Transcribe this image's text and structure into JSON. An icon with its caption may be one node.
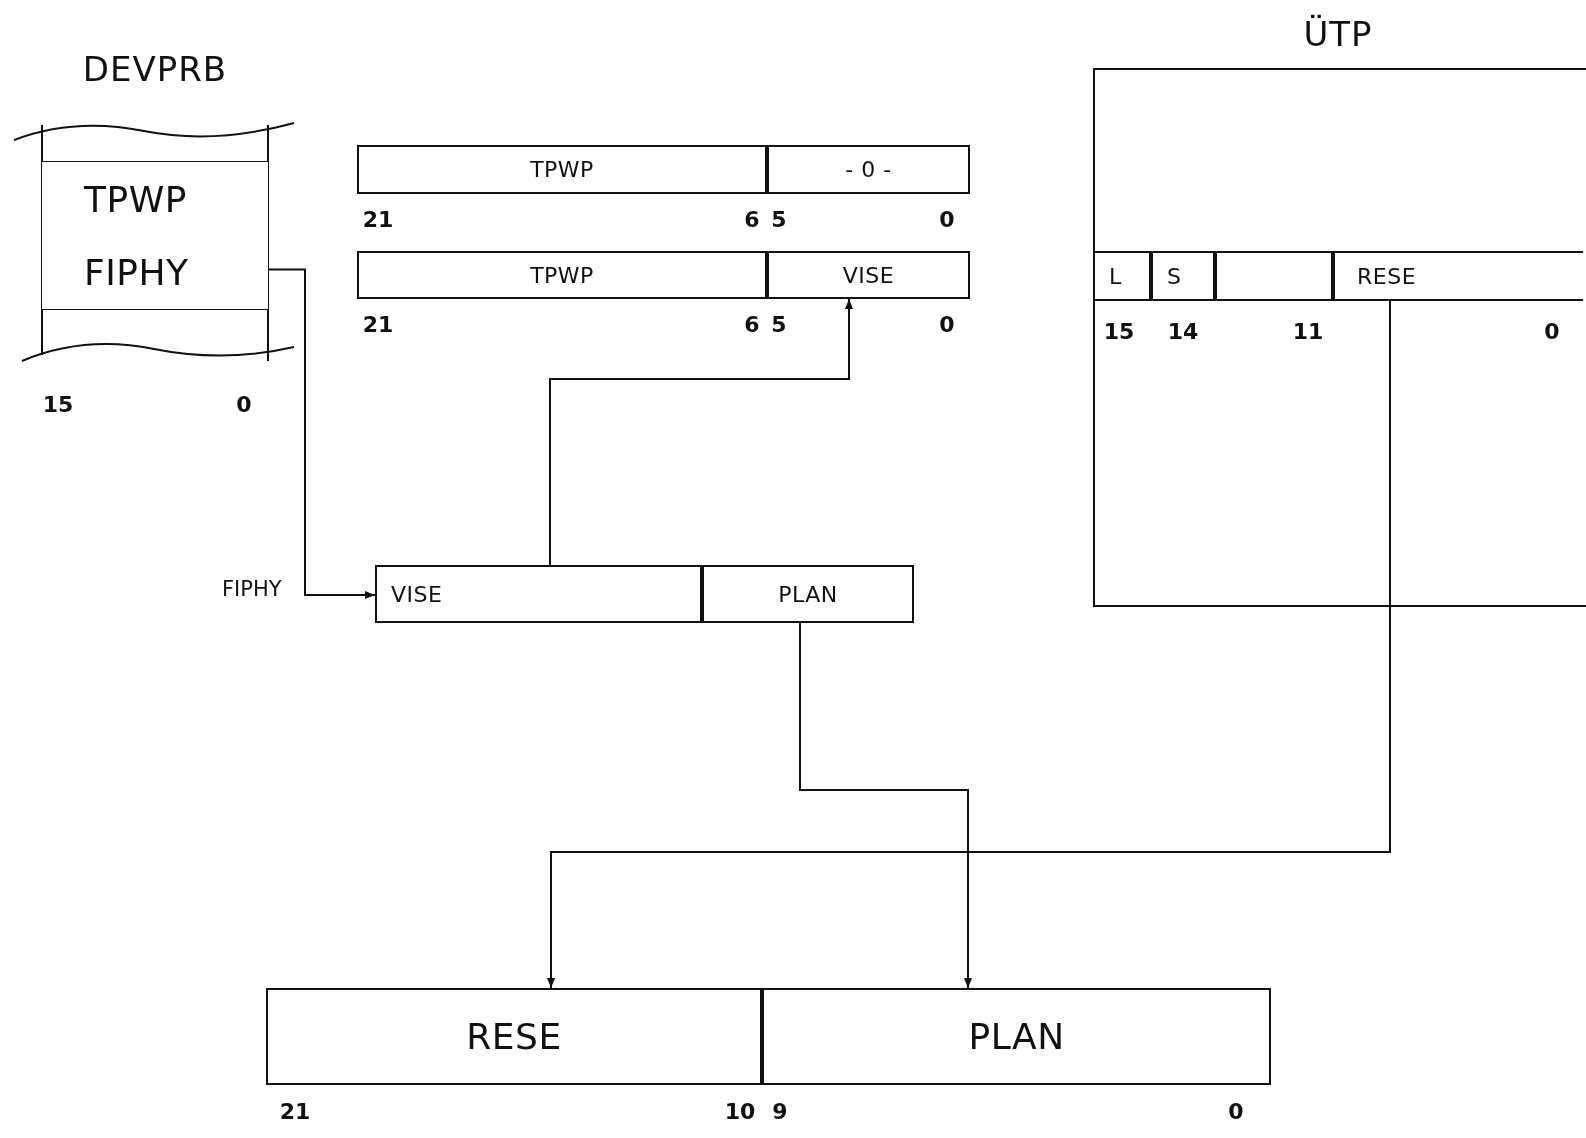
{
  "diagram": {
    "nodes": [
      {
        "text": [
          "DEVPRB"
        ]
      },
      {
        "text": [
          "TPWP"
        ],
        "in": 0
      },
      {
        "text": [
          "FIPHY"
        ],
        "in": 0
      },
      {
        "text": [
          "TPWP"
        ]
      },
      {
        "text": [
          "- 0 -"
        ]
      },
      {
        "text": [
          "TPWP"
        ]
      },
      {
        "text": [
          "VISE"
        ]
      },
      {
        "text": [
          "VISE"
        ]
      },
      {
        "text": [
          "PLAN"
        ]
      },
      {
        "text": [
          "ÜTP"
        ]
      },
      {
        "text": [
          "L"
        ],
        "in": 9
      },
      {
        "text": [
          "S"
        ],
        "in": 9
      },
      {
        "text": [],
        "shape": "box",
        "in": 9
      },
      {
        "text": [
          "RESE"
        ],
        "in": 9
      },
      {
        "text": [
          "RESE"
        ]
      },
      {
        "text": [
          "PLAN"
        ]
      }
    ],
    "edges": [
      {
        "from": 2,
        "to": 7,
        "arrow": "to",
        "label": "FIPHY"
      },
      {
        "from": 7,
        "to": 6,
        "arrow": "to"
      },
      {
        "from": 8,
        "to": 15,
        "arrow": "to"
      },
      {
        "from": 13,
        "to": 14,
        "arrow": "to"
      }
    ],
    "labels": [
      "21",
      "6",
      "5",
      "0",
      "21",
      "6",
      "5",
      "0",
      "15",
      "14",
      "11",
      "0",
      "15",
      "0",
      "21",
      "10",
      "9",
      "0"
    ]
  }
}
